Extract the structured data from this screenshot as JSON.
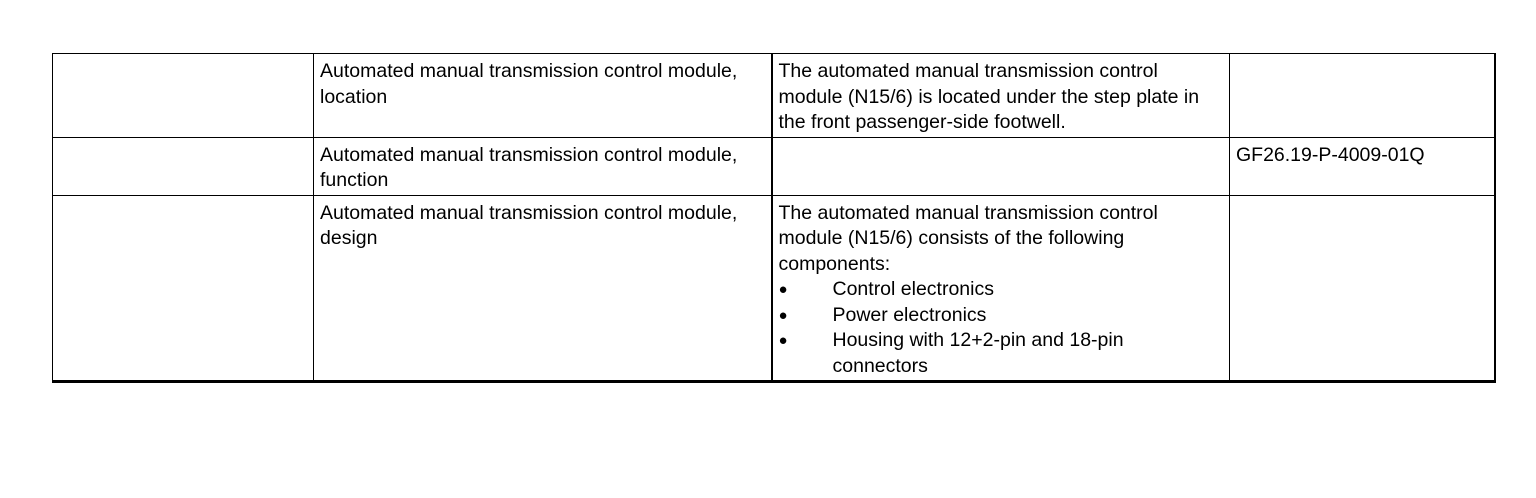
{
  "rows": [
    {
      "col1": "",
      "title": "Automated manual transmission control module, location",
      "description": "The automated manual transmission control module (N15/6) is located under the step plate in the front passenger-side footwell.",
      "reference": ""
    },
    {
      "col1": "",
      "title": "Automated manual transmission control module, function",
      "description": "",
      "reference": "GF26.19-P-4009-01Q"
    },
    {
      "col1": "",
      "title": "Automated manual transmission control module, design",
      "description": "The automated manual transmission control module (N15/6) consists of the following components:",
      "bullets": [
        "Control electronics",
        "Power electronics",
        "Housing with 12+2-pin and 18-pin connectors"
      ],
      "bullet_glyph": "●",
      "reference": ""
    }
  ]
}
